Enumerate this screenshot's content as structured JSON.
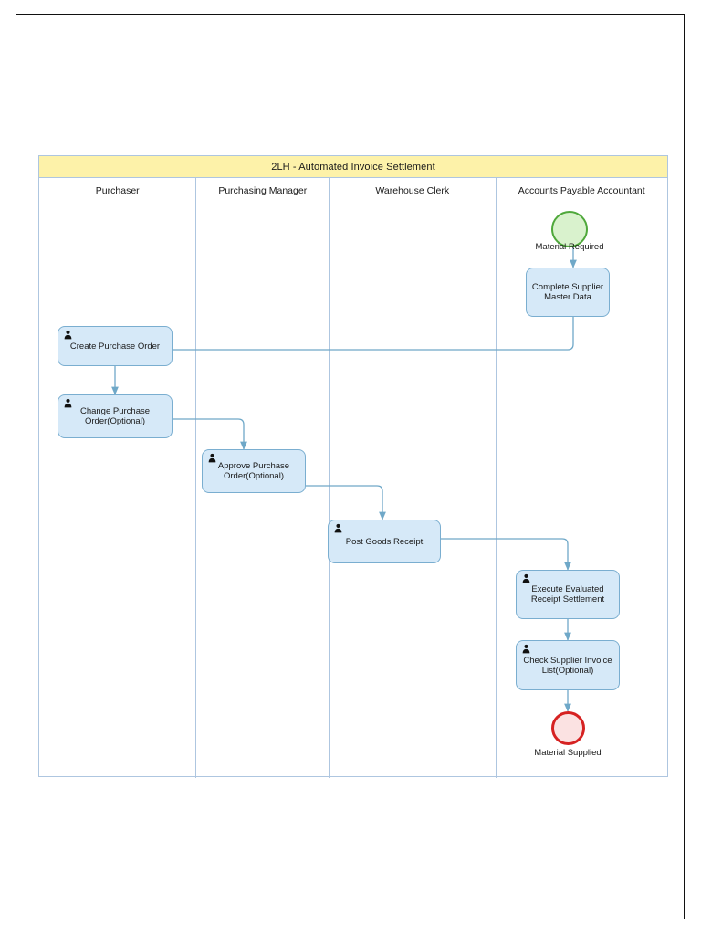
{
  "pool": {
    "title": "2LH - Automated Invoice Settlement",
    "lanes": [
      {
        "id": "purchaser",
        "label": "Purchaser"
      },
      {
        "id": "purchasing-manager",
        "label": "Purchasing Manager"
      },
      {
        "id": "warehouse-clerk",
        "label": "Warehouse Clerk"
      },
      {
        "id": "accounts-payable-accountant",
        "label": "Accounts Payable Accountant"
      }
    ]
  },
  "events": {
    "start": {
      "label": "Material Required",
      "type": "start-event",
      "lane": "Accounts Payable Accountant",
      "fill": "#d9f2cd",
      "stroke": "#4fa83b"
    },
    "end": {
      "label": "Material Supplied",
      "type": "end-event",
      "lane": "Accounts Payable Accountant",
      "fill": "#fbe2e2",
      "stroke": "#d62222"
    }
  },
  "tasks": [
    {
      "id": "complete-supplier-master-data",
      "label": "Complete Supplier Master Data",
      "lane": "Accounts Payable Accountant",
      "user_task": false
    },
    {
      "id": "create-purchase-order",
      "label": "Create Purchase Order",
      "lane": "Purchaser",
      "user_task": true
    },
    {
      "id": "change-purchase-order-optional",
      "label": "Change Purchase Order(Optional)",
      "lane": "Purchaser",
      "user_task": true
    },
    {
      "id": "approve-purchase-order-optional",
      "label": "Approve Purchase Order(Optional)",
      "lane": "Purchasing Manager",
      "user_task": true
    },
    {
      "id": "post-goods-receipt",
      "label": "Post Goods Receipt",
      "lane": "Warehouse Clerk",
      "user_task": true
    },
    {
      "id": "execute-evaluated-receipt-settlement",
      "label": "Execute Evaluated Receipt Settlement",
      "lane": "Accounts Payable Accountant",
      "user_task": true
    },
    {
      "id": "check-supplier-invoice-list-optional",
      "label": "Check Supplier Invoice List(Optional)",
      "lane": "Accounts Payable Accountant",
      "user_task": true
    }
  ],
  "flows": [
    {
      "from": "Material Required",
      "to": "Complete Supplier Master Data"
    },
    {
      "from": "Complete Supplier Master Data",
      "to": "Create Purchase Order"
    },
    {
      "from": "Create Purchase Order",
      "to": "Change Purchase Order(Optional)"
    },
    {
      "from": "Change Purchase Order(Optional)",
      "to": "Approve Purchase Order(Optional)"
    },
    {
      "from": "Approve Purchase Order(Optional)",
      "to": "Post Goods Receipt"
    },
    {
      "from": "Post Goods Receipt",
      "to": "Execute Evaluated Receipt Settlement"
    },
    {
      "from": "Execute Evaluated Receipt Settlement",
      "to": "Check Supplier Invoice List(Optional)"
    },
    {
      "from": "Check Supplier Invoice List(Optional)",
      "to": "Material Supplied"
    }
  ],
  "colors": {
    "pool_header": "#fdf2a9",
    "lane_border": "#aec6e0",
    "task_fill": "#d6e9f8",
    "task_border": "#7aaed0",
    "connector": "#6fa8c8",
    "page_border": "#111111"
  }
}
